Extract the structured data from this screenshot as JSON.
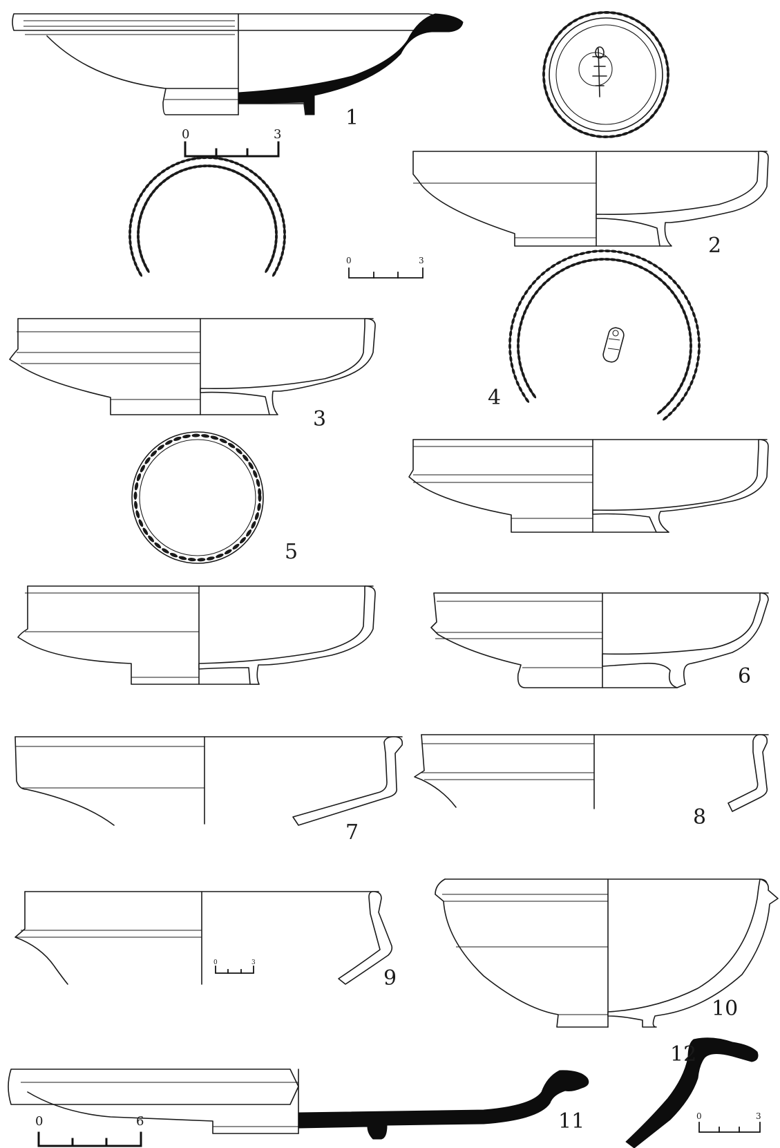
{
  "figures": [
    {
      "number": "1"
    },
    {
      "number": "2"
    },
    {
      "number": "3"
    },
    {
      "number": "4"
    },
    {
      "number": "5"
    },
    {
      "number": "6"
    },
    {
      "number": "7"
    },
    {
      "number": "8"
    },
    {
      "number": "9"
    },
    {
      "number": "10"
    },
    {
      "number": "11"
    },
    {
      "number": "12"
    }
  ],
  "scale_bars": [
    {
      "start": "0",
      "end": "3",
      "divisions": 4
    },
    {
      "start": "0",
      "end": "3",
      "divisions": 4
    },
    {
      "start": "0",
      "end": "3",
      "divisions": 4
    },
    {
      "start": "0",
      "end": "6",
      "divisions": 4
    },
    {
      "start": "0",
      "end": "3",
      "divisions": 4
    }
  ],
  "colors": {
    "line": "#1a1a1a",
    "section_fill": "#0d0d0d",
    "background": "#ffffff"
  }
}
